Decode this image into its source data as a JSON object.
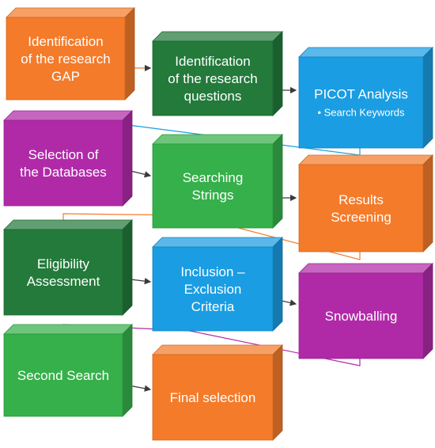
{
  "colors": {
    "orange": "#f47b2a",
    "green_dark": "#237a3b",
    "blue": "#1a9de2",
    "purple": "#b02aa8",
    "green_light": "#36b04a"
  },
  "steps": [
    {
      "id": "gap",
      "lines": [
        "Identification",
        "of the research",
        "GAP"
      ],
      "color": "orange"
    },
    {
      "id": "questions",
      "lines": [
        "Identification",
        "of the research",
        "questions"
      ],
      "color": "green_dark"
    },
    {
      "id": "picot",
      "lines": [
        "PICOT Analysis"
      ],
      "bullet": "• Search Keywords",
      "color": "blue"
    },
    {
      "id": "databases",
      "lines": [
        "Selection of",
        "the Databases"
      ],
      "color": "purple"
    },
    {
      "id": "strings",
      "lines": [
        "Searching",
        "Strings"
      ],
      "color": "green_light"
    },
    {
      "id": "screening",
      "lines": [
        "Results",
        "Screening"
      ],
      "color": "orange"
    },
    {
      "id": "eligibility",
      "lines": [
        "Eligibility",
        "Assessment"
      ],
      "color": "green_dark"
    },
    {
      "id": "criteria",
      "lines": [
        "Inclusion –",
        "Exclusion",
        "Criteria"
      ],
      "color": "blue"
    },
    {
      "id": "snowballing",
      "lines": [
        "Snowballing"
      ],
      "color": "purple"
    },
    {
      "id": "second",
      "lines": [
        "Second Search"
      ],
      "color": "green_light"
    },
    {
      "id": "final",
      "lines": [
        "Final selection"
      ],
      "color": "orange"
    }
  ]
}
